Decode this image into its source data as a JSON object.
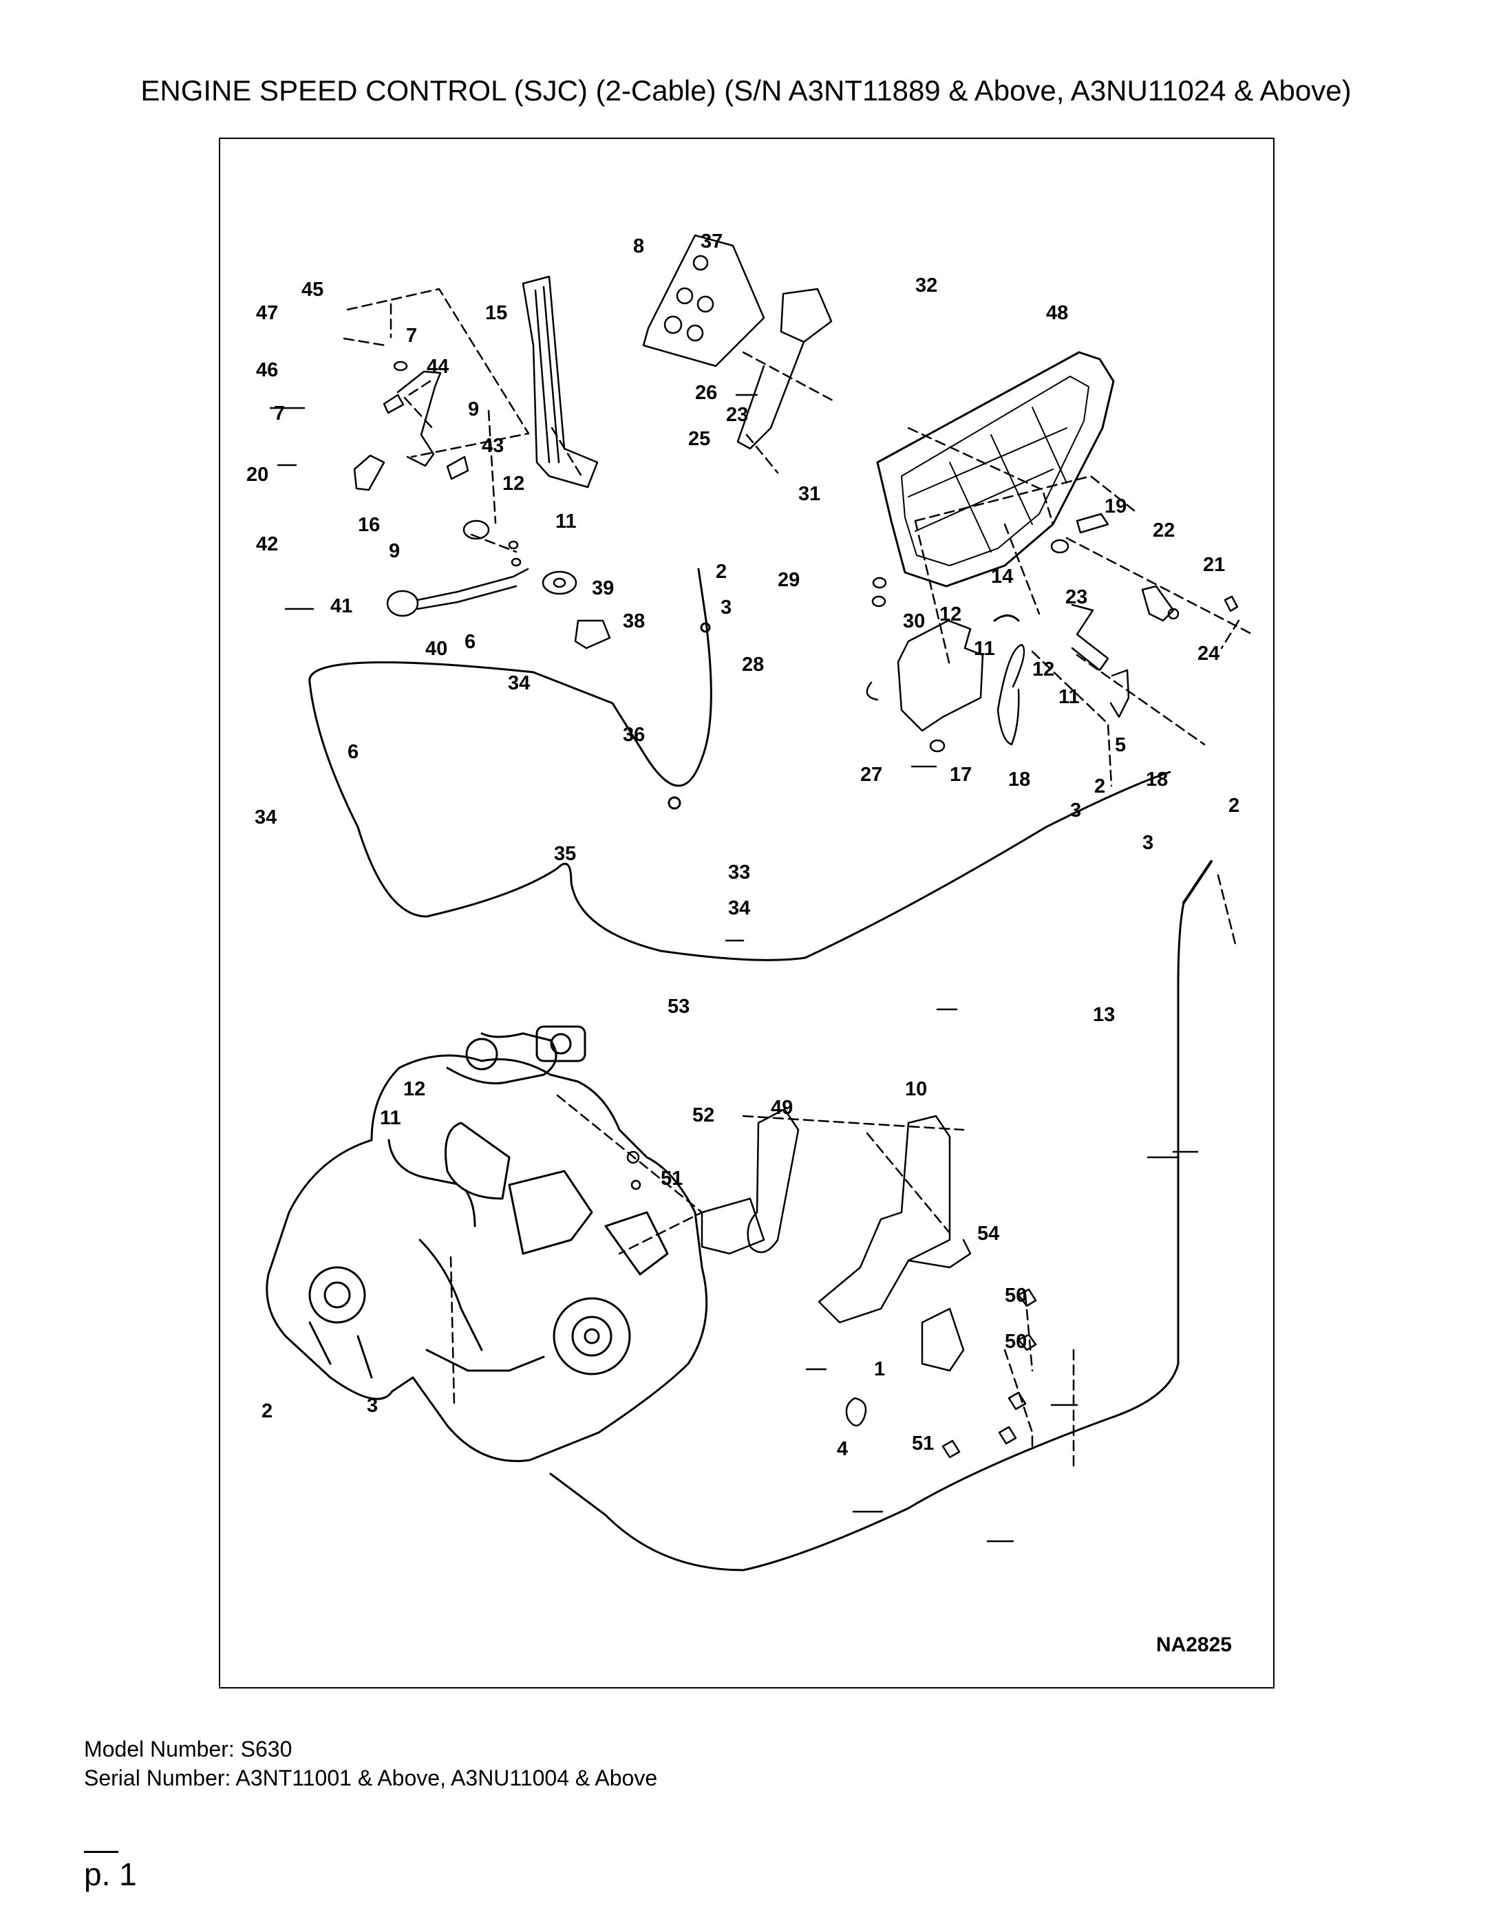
{
  "document": {
    "title": "ENGINE SPEED CONTROL (SJC) (2-Cable) (S/N A3NT11889 & Above, A3NU11024 & Above)",
    "diagram_code": "NA2825",
    "model_line": "Model Number: S630",
    "serial_line": "Serial Number: A3NT11001 & Above, A3NU11004 & Above",
    "page_label": "p. 1"
  },
  "callouts": [
    {
      "id": "c8",
      "label": "8"
    },
    {
      "id": "c37",
      "label": "37"
    },
    {
      "id": "c32",
      "label": "32"
    },
    {
      "id": "c45",
      "label": "45"
    },
    {
      "id": "c47",
      "label": "47"
    },
    {
      "id": "c7a",
      "label": "7"
    },
    {
      "id": "c15",
      "label": "15"
    },
    {
      "id": "c48",
      "label": "48"
    },
    {
      "id": "c46",
      "label": "46"
    },
    {
      "id": "c44",
      "label": "44"
    },
    {
      "id": "c26",
      "label": "26"
    },
    {
      "id": "c23a",
      "label": "23"
    },
    {
      "id": "c7b",
      "label": "7"
    },
    {
      "id": "c9a",
      "label": "9"
    },
    {
      "id": "c25",
      "label": "25"
    },
    {
      "id": "c43",
      "label": "43"
    },
    {
      "id": "c20",
      "label": "20"
    },
    {
      "id": "c12a",
      "label": "12"
    },
    {
      "id": "c31",
      "label": "31"
    },
    {
      "id": "c19",
      "label": "19"
    },
    {
      "id": "c42",
      "label": "42"
    },
    {
      "id": "c16",
      "label": "16"
    },
    {
      "id": "c11a",
      "label": "11"
    },
    {
      "id": "c22",
      "label": "22"
    },
    {
      "id": "c9b",
      "label": "9"
    },
    {
      "id": "c2a",
      "label": "2"
    },
    {
      "id": "c29",
      "label": "29"
    },
    {
      "id": "c14",
      "label": "14"
    },
    {
      "id": "c21",
      "label": "21"
    },
    {
      "id": "c39",
      "label": "39"
    },
    {
      "id": "c23b",
      "label": "23"
    },
    {
      "id": "c41",
      "label": "41"
    },
    {
      "id": "c3a",
      "label": "3"
    },
    {
      "id": "c38",
      "label": "38"
    },
    {
      "id": "c30",
      "label": "30"
    },
    {
      "id": "c12b",
      "label": "12"
    },
    {
      "id": "c40",
      "label": "40"
    },
    {
      "id": "c6a",
      "label": "6"
    },
    {
      "id": "c11b",
      "label": "11"
    },
    {
      "id": "c24",
      "label": "24"
    },
    {
      "id": "c28",
      "label": "28"
    },
    {
      "id": "c34a",
      "label": "34"
    },
    {
      "id": "c12c",
      "label": "12"
    },
    {
      "id": "c11c",
      "label": "11"
    },
    {
      "id": "c36",
      "label": "36"
    },
    {
      "id": "c5",
      "label": "5"
    },
    {
      "id": "c6b",
      "label": "6"
    },
    {
      "id": "c27",
      "label": "27"
    },
    {
      "id": "c17",
      "label": "17"
    },
    {
      "id": "c18a",
      "label": "18"
    },
    {
      "id": "c2b",
      "label": "2"
    },
    {
      "id": "c18b",
      "label": "18"
    },
    {
      "id": "c34b",
      "label": "34"
    },
    {
      "id": "c3b",
      "label": "3"
    },
    {
      "id": "c2c",
      "label": "2"
    },
    {
      "id": "c35",
      "label": "35"
    },
    {
      "id": "c3c",
      "label": "3"
    },
    {
      "id": "c33",
      "label": "33"
    },
    {
      "id": "c34c",
      "label": "34"
    },
    {
      "id": "c53",
      "label": "53"
    },
    {
      "id": "c13",
      "label": "13"
    },
    {
      "id": "c12d",
      "label": "12"
    },
    {
      "id": "c10",
      "label": "10"
    },
    {
      "id": "c11d",
      "label": "11"
    },
    {
      "id": "c52",
      "label": "52"
    },
    {
      "id": "c49",
      "label": "49"
    },
    {
      "id": "c51a",
      "label": "51"
    },
    {
      "id": "c54",
      "label": "54"
    },
    {
      "id": "c50a",
      "label": "50"
    },
    {
      "id": "c50b",
      "label": "50"
    },
    {
      "id": "c1",
      "label": "1"
    },
    {
      "id": "c2d",
      "label": "2"
    },
    {
      "id": "c3d",
      "label": "3"
    },
    {
      "id": "c4",
      "label": "4"
    },
    {
      "id": "c51b",
      "label": "51"
    }
  ]
}
